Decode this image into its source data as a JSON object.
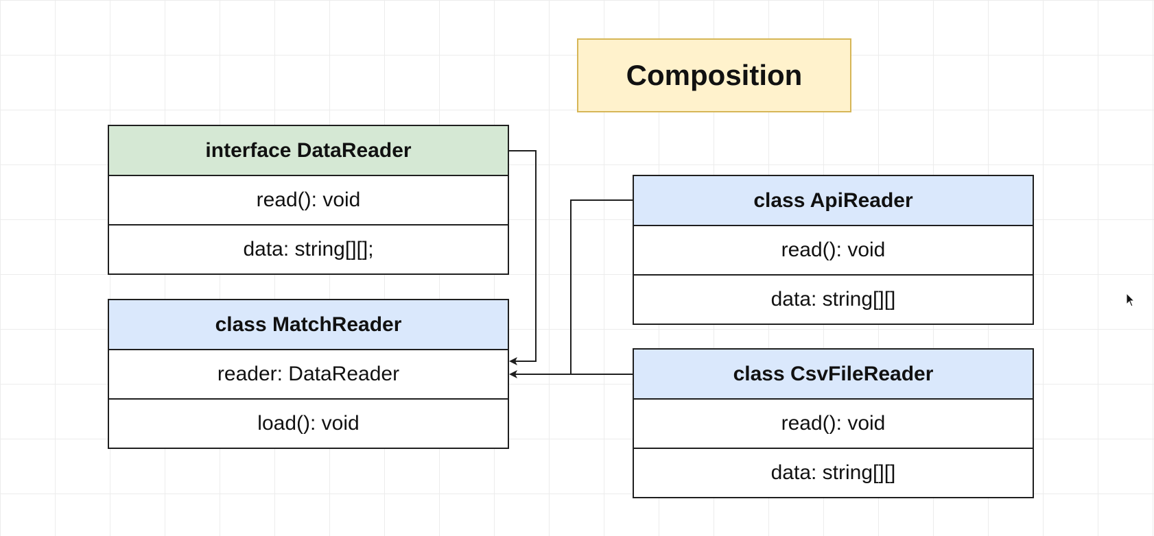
{
  "title": "Composition",
  "boxes": {
    "data_reader": {
      "header": "interface DataReader",
      "rows": [
        "read(): void",
        "data: string[][];"
      ]
    },
    "match_reader": {
      "header": "class MatchReader",
      "rows": [
        "reader: DataReader",
        "load(): void"
      ]
    },
    "api_reader": {
      "header": "class ApiReader",
      "rows": [
        "read(): void",
        "data: string[][]"
      ]
    },
    "csv_reader": {
      "header": "class CsvFileReader",
      "rows": [
        "read(): void",
        "data: string[][]"
      ]
    }
  },
  "colors": {
    "title_fill": "#fff2cc",
    "title_border": "#d6b656",
    "interface_header": "#d5e8d4",
    "class_header": "#dae8fc",
    "line": "#1e1e1e"
  },
  "icons": {
    "cursor": "mouse-pointer-icon"
  }
}
